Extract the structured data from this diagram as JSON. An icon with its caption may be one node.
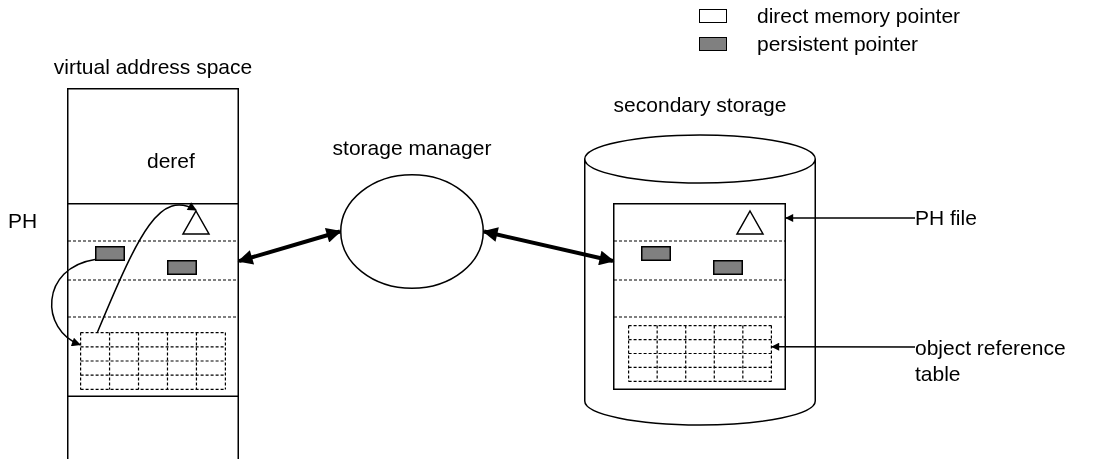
{
  "diagram": {
    "nodes": [
      {
        "text": [
          "virtual address space"
        ]
      },
      {
        "text": [
          "PH"
        ],
        "in": 0
      },
      {
        "text": [],
        "shape": "triangle",
        "in": 1
      },
      {
        "text": [],
        "shape": "box",
        "in": 1
      },
      {
        "text": [],
        "shape": "box",
        "in": 1
      },
      {
        "text": [],
        "shape": "table",
        "in": 1
      },
      {
        "text": [
          "storage manager"
        ]
      },
      {
        "text": [
          "secondary storage"
        ]
      },
      {
        "text": [],
        "shape": "box",
        "in": 7
      },
      {
        "text": [],
        "shape": "triangle",
        "in": 8
      },
      {
        "text": [],
        "shape": "box",
        "in": 8
      },
      {
        "text": [],
        "shape": "box",
        "in": 8
      },
      {
        "text": [],
        "shape": "table",
        "in": 8
      },
      {
        "text": [
          "PH file"
        ]
      },
      {
        "text": [
          "object reference table"
        ]
      }
    ],
    "edges": [
      {
        "from": 1,
        "to": 6,
        "arrow": "both",
        "style": "thick"
      },
      {
        "from": 6,
        "to": 8,
        "arrow": "both",
        "style": "thick"
      },
      {
        "from": 3,
        "to": 5,
        "arrow": "to"
      },
      {
        "from": 5,
        "to": 2,
        "arrow": "to",
        "label": "deref"
      },
      {
        "from": 13,
        "to": 8,
        "arrow": "to"
      },
      {
        "from": 14,
        "to": 12,
        "arrow": "to"
      }
    ],
    "legend": [
      {
        "text": "direct memory pointer",
        "color": "#ffffff"
      },
      {
        "text": "persistent pointer",
        "color": "#808080"
      }
    ]
  }
}
